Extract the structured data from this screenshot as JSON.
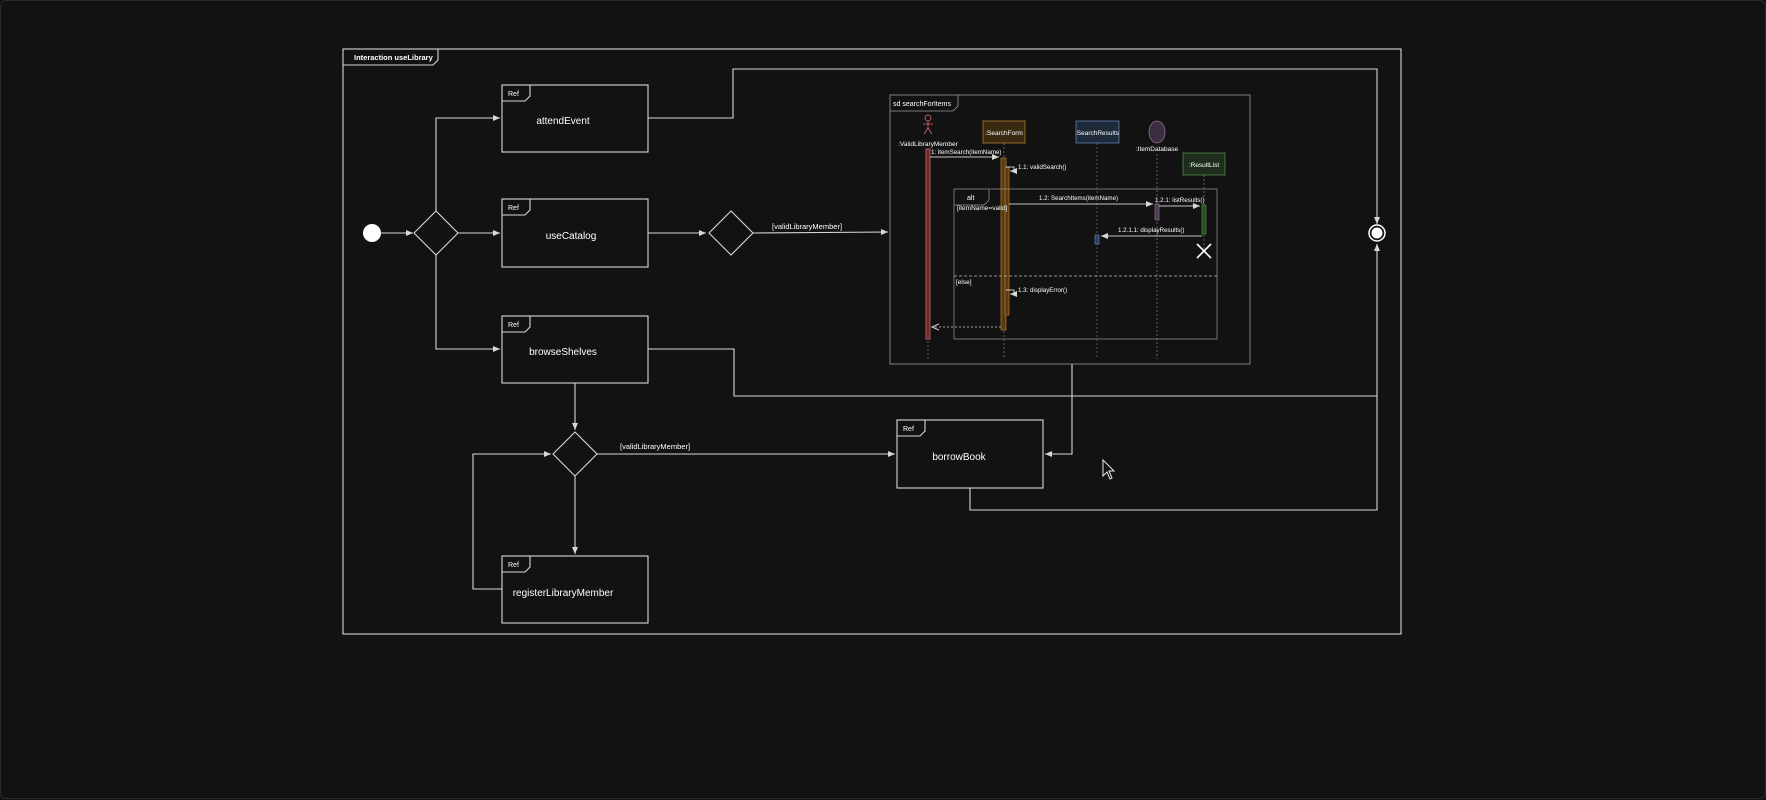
{
  "frame": {
    "title": "Interaction useLibrary"
  },
  "ref_tag": "Ref",
  "nodes": {
    "attendEvent": "attendEvent",
    "useCatalog": "useCatalog",
    "browseShelves": "browseShelves",
    "borrowBook": "borrowBook",
    "registerLibraryMember": "registerLibraryMember"
  },
  "guards": {
    "catalog": "[validLibraryMember]",
    "shelves": "[validLibraryMember]"
  },
  "sequence": {
    "title": "sd searchForItems",
    "lifelines": {
      "member": ":ValidLibraryMember",
      "form": ":SearchForm",
      "results": ":SearchResults",
      "database": ":ItemDatabase",
      "list": ":ResultList"
    },
    "messages": {
      "m1": "1: itemSearch(itemName)",
      "m11": "1.1: validSearch()",
      "m12": "1.2: SearchItems(itemName)",
      "m121": "1.2.1: listResults()",
      "m1211": "1.2.1.1: displayResults()",
      "m13": "1.3: displayError()"
    },
    "alt": {
      "label": "alt",
      "guard1": "[itemName=valid]",
      "guard2": "[else]"
    }
  },
  "colors": {
    "background": "#121212",
    "line": "#d8d8d8",
    "member": "#e06a6a",
    "form": "#b5782a",
    "results": "#5a7eb0",
    "database": "#8a6e8e",
    "list": "#4e8a48"
  }
}
